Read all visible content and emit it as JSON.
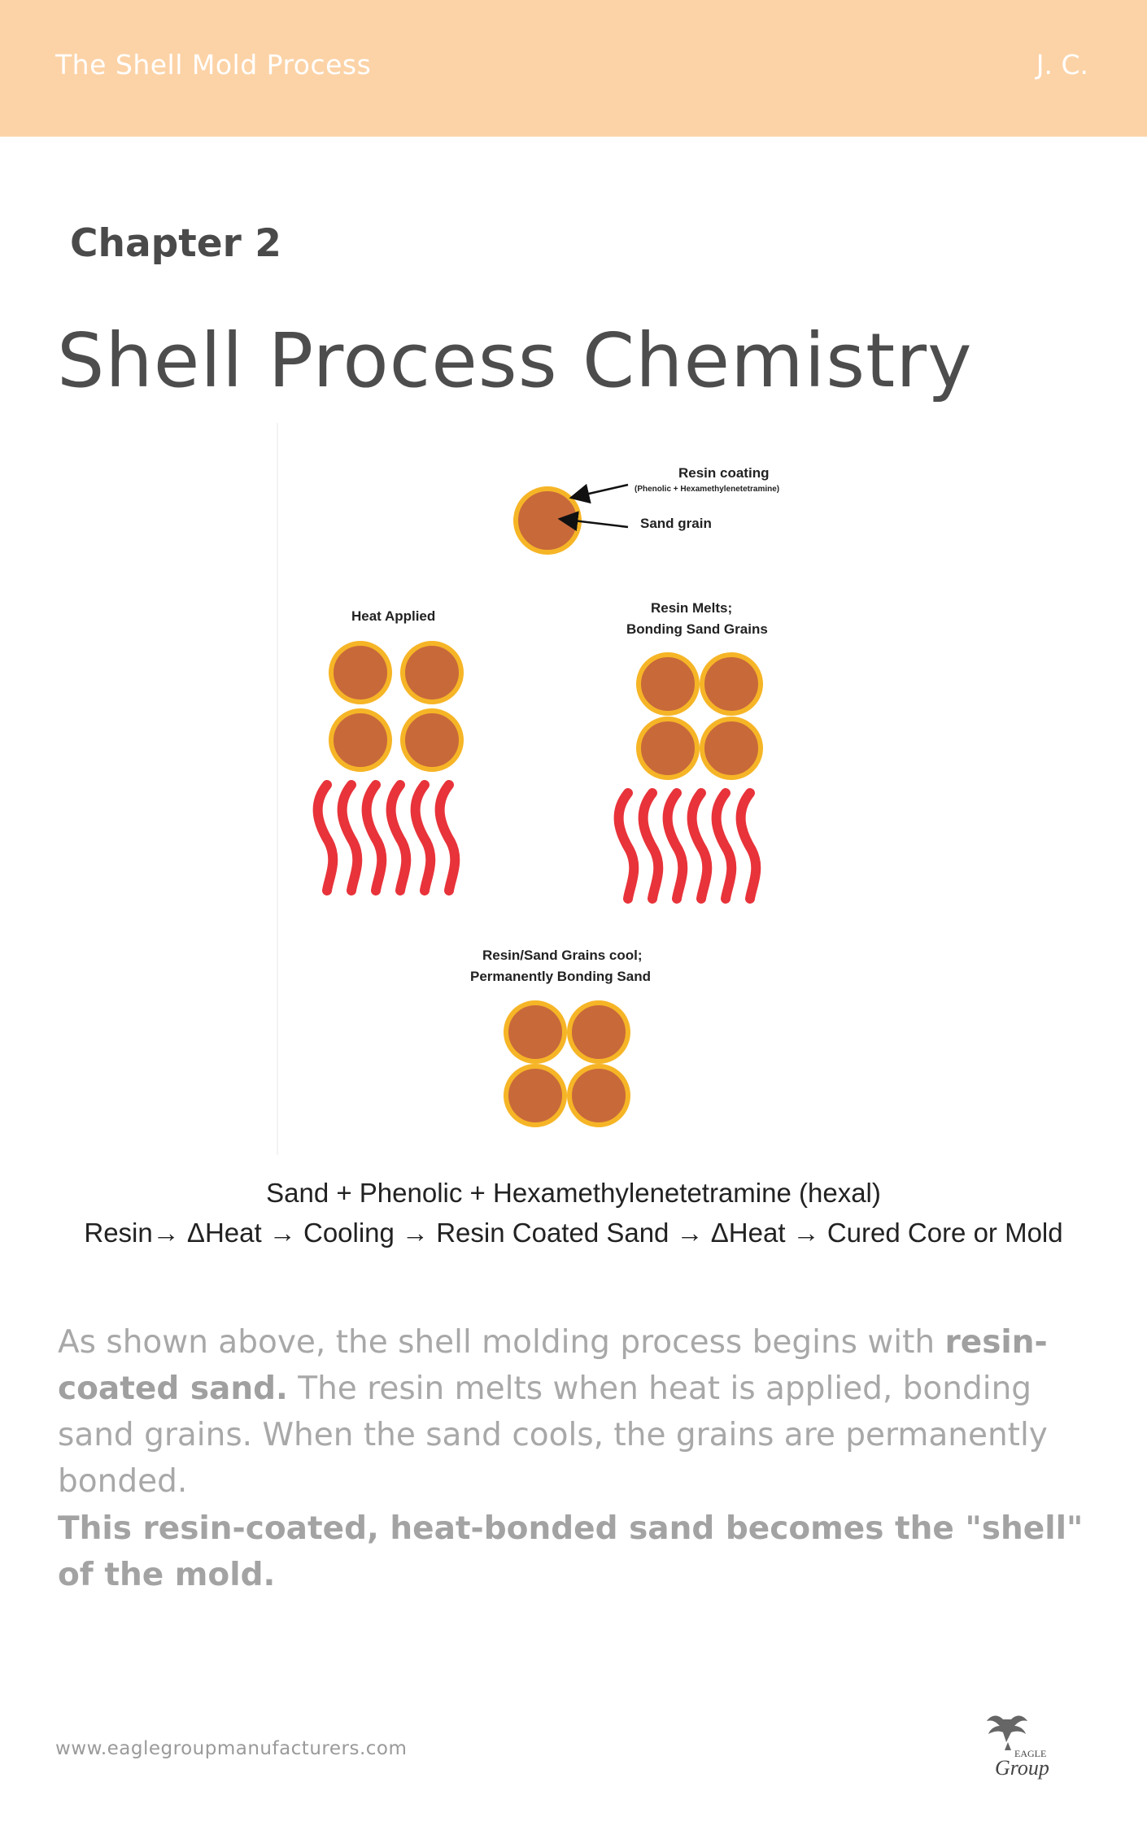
{
  "header": {
    "title": "The Shell Mold Process",
    "author": "J. C."
  },
  "chapter": "Chapter 2",
  "title": "Shell Process Chemistry",
  "diagram": {
    "labels": {
      "resin_coating": "Resin coating",
      "resin_coating_sub": "(Phenolic + Hexamethylenetetramine)",
      "sand_grain": "Sand grain",
      "heat_applied": "Heat Applied",
      "resin_melts_1": "Resin Melts;",
      "resin_melts_2": "Bonding Sand Grains",
      "cool_1": "Resin/Sand Grains cool;",
      "cool_2": "Permanently Bonding Sand"
    },
    "colors": {
      "grain": "#c8693a",
      "coating": "#f6b526",
      "heat": "#e8333a"
    }
  },
  "equation": {
    "line1": "Sand + Phenolic + Hexamethylenetetramine (hexal)",
    "line2": "Resin→ ΔHeat → Cooling → Resin Coated Sand → ΔHeat → Cured Core or Mold"
  },
  "paragraph1": {
    "part1": "As shown above, the shell molding process begins with ",
    "bold": "resin-coated sand.",
    "part2": " The resin melts when heat is applied, bonding sand grains. When the sand cools, the grains are permanently bonded."
  },
  "paragraph2": "This resin-coated, heat-bonded sand becomes the \"shell\" of the mold.",
  "footer": {
    "url": "www.eaglegroupmanufacturers.com",
    "logo_text": "EAGLE Group"
  }
}
